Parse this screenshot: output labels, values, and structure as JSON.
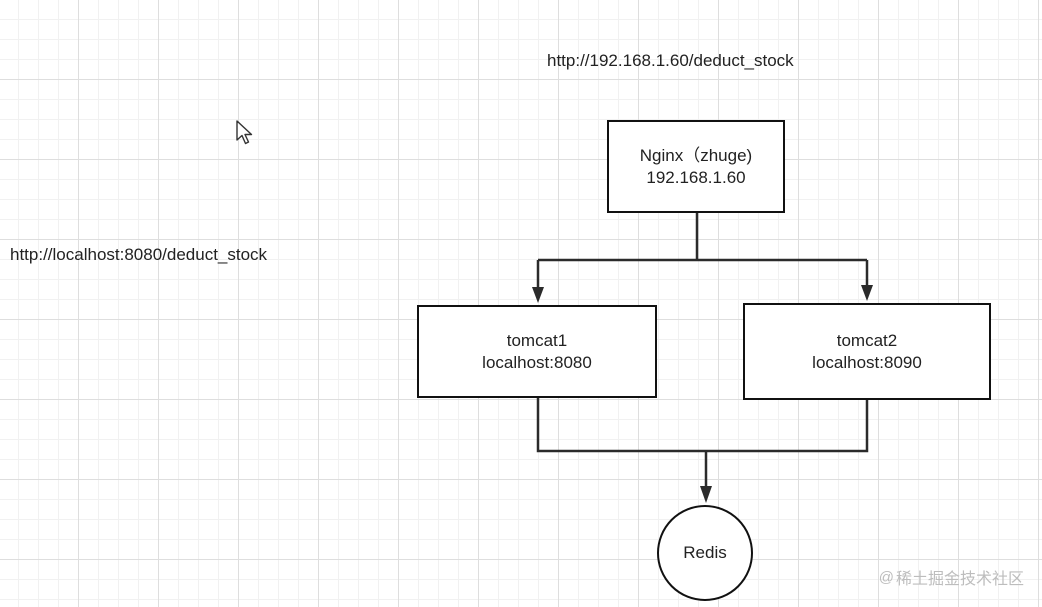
{
  "labels": {
    "nginx_url": "http://192.168.1.60/deduct_stock",
    "local_url": "http://localhost:8080/deduct_stock"
  },
  "nodes": {
    "nginx": {
      "line1": "Nginx（zhuge)",
      "line2": "192.168.1.60"
    },
    "tomcat1": {
      "line1": "tomcat1",
      "line2": "localhost:8080"
    },
    "tomcat2": {
      "line1": "tomcat2",
      "line2": "localhost:8090"
    },
    "redis": {
      "label": "Redis"
    }
  },
  "watermark": {
    "at": "@",
    "text": "稀土掘金技术社区"
  },
  "colors": {
    "line": "#2b2b2b",
    "grid_major": "#dedede",
    "grid_minor": "#f1f1f1"
  }
}
